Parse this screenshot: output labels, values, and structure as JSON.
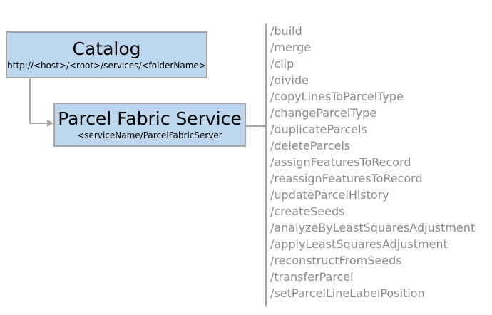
{
  "diagram": {
    "catalog": {
      "title": "Catalog",
      "url_template": "http://<host>/<root>/services/<folderName>"
    },
    "service": {
      "title": "Parcel Fabric Service",
      "path_template": "<serviceName/ParcelFabricServer"
    },
    "endpoints": {
      "items": [
        "/build",
        "/merge",
        "/clip",
        "/divide",
        "/copyLinesToParcelType",
        "/changeParcelType",
        "/duplicateParcels",
        "/deleteParcels",
        "/assignFeaturesToRecord",
        "/reassignFeaturesToRecord",
        "/updateParcelHistory",
        "/createSeeds",
        "/analyzeByLeastSquaresAdjustment",
        "/applyLeastSquaresAdjustment",
        "/reconstructFromSeeds",
        "/transferParcel",
        "/setParcelLineLabelPosition"
      ]
    }
  },
  "colors": {
    "background": "#ffffff",
    "box_fill": "#bdd7ee",
    "box_border": "#a6a6a6",
    "connector": "#a6a6a6",
    "box_text": "#000000",
    "endpoint_text": "#8a8a8a"
  }
}
